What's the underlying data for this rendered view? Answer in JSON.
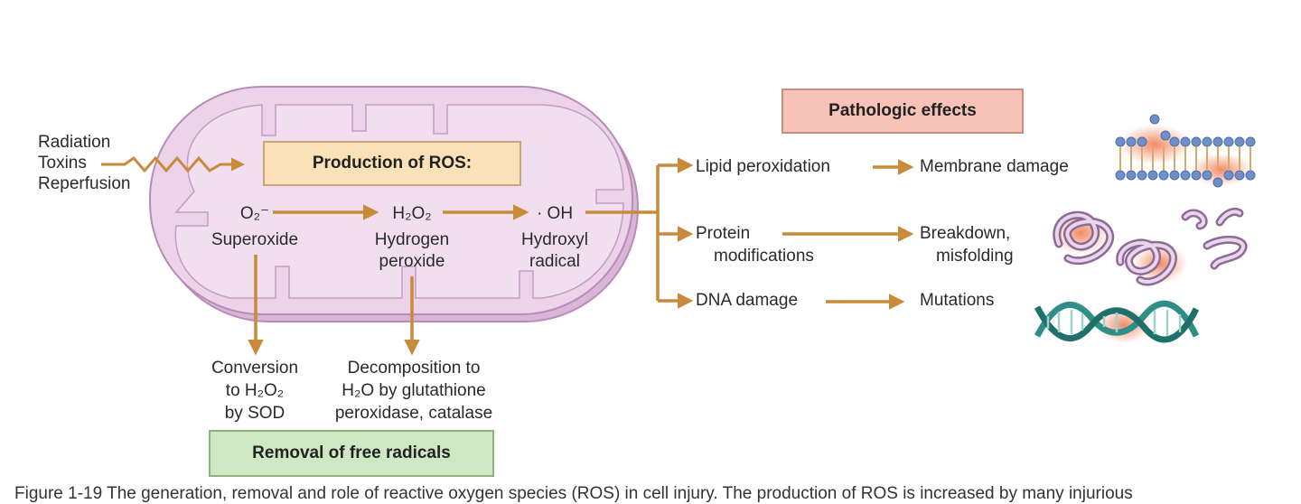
{
  "title_box": {
    "production": "Production of ROS:",
    "pathologic": "Pathologic effects",
    "removal": "Removal of free radicals"
  },
  "sources": [
    "Radiation",
    "Toxins",
    "Reperfusion"
  ],
  "species": [
    {
      "formula": "O₂⁻",
      "name": [
        "Superoxide"
      ]
    },
    {
      "formula": "H₂O₂",
      "name": [
        "Hydrogen",
        "peroxide"
      ]
    },
    {
      "formula": "· OH",
      "name": [
        "Hydroxyl",
        "radical"
      ]
    }
  ],
  "removal": [
    {
      "lines": [
        "Conversion",
        "to H₂O₂",
        "by SOD"
      ]
    },
    {
      "lines": [
        "Decomposition to",
        "H₂O by glutathione",
        "peroxidase, catalase"
      ]
    }
  ],
  "effects": [
    {
      "cause": [
        "Lipid peroxidation"
      ],
      "result": [
        "Membrane damage"
      ]
    },
    {
      "cause": [
        "Protein",
        "modifications"
      ],
      "result": [
        "Breakdown,",
        "misfolding"
      ]
    },
    {
      "cause": [
        "DNA damage"
      ],
      "result": [
        "Mutations"
      ]
    }
  ],
  "caption": "Figure 1-19 The generation, removal and role of reactive oxygen species (ROS) in cell injury. The production of ROS is increased by many injurious",
  "colors": {
    "mito_fill": "#ecd3ea",
    "mito_edge": "#b78cb6",
    "arrow": "#c98a3a",
    "production_box": "#fbe1b8",
    "pathologic_box": "#f7c3b8",
    "removal_box": "#cfe8c4"
  }
}
